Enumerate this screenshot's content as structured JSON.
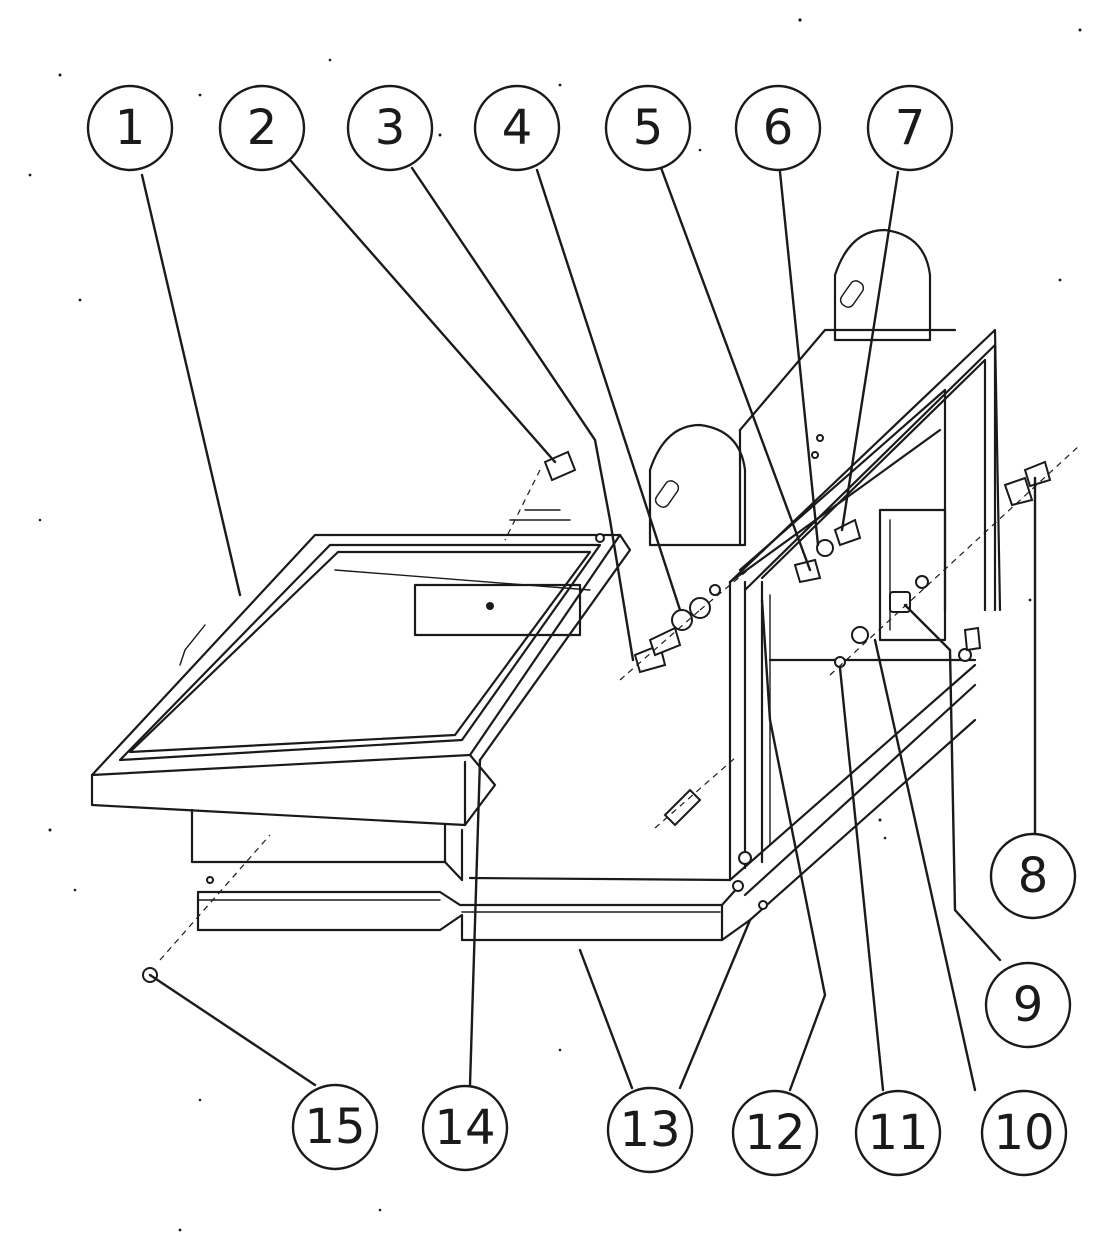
{
  "callouts": [
    {
      "label": "1"
    },
    {
      "label": "2"
    },
    {
      "label": "3"
    },
    {
      "label": "4"
    },
    {
      "label": "5"
    },
    {
      "label": "6"
    },
    {
      "label": "7"
    },
    {
      "label": "8"
    },
    {
      "label": "9"
    },
    {
      "label": "10"
    },
    {
      "label": "11"
    },
    {
      "label": "12"
    },
    {
      "label": "13"
    },
    {
      "label": "14"
    },
    {
      "label": "15"
    }
  ],
  "colors": {
    "ink": "#1a1a1a",
    "paper": "#ffffff"
  }
}
